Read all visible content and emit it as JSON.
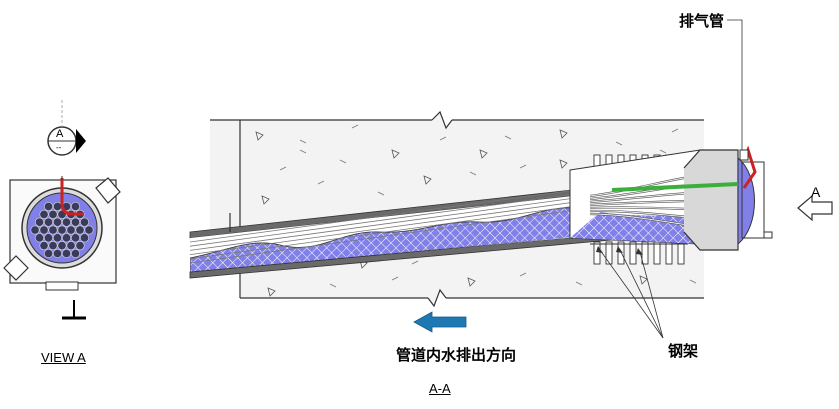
{
  "labels": {
    "exhaust_pipe": "排气管",
    "steel_frame": "钢架",
    "flow_direction": "管道内水排出方向",
    "view_a": "VIEW A",
    "section_aa": "A-A",
    "section_marker": "A",
    "view_arrow": "A",
    "section_marker_sub": "--"
  },
  "colors": {
    "water": "#8080e8",
    "water_hatch": "#ffffff",
    "concrete": "#f3f3f3",
    "exhaust_red": "#cc2222",
    "green_pipe": "#3cae3c",
    "flow_arrow": "#1e78b4",
    "pipe_wall": "#6a6a6a",
    "outline": "#333333"
  }
}
